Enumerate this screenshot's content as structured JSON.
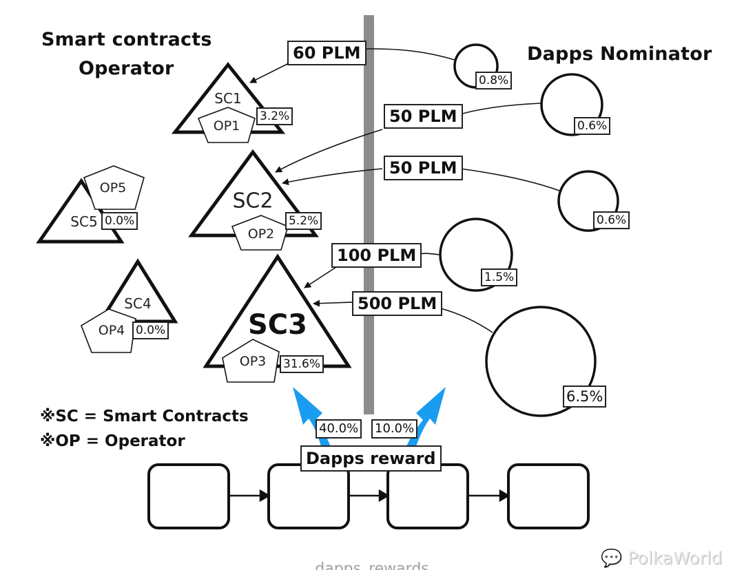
{
  "headings": {
    "left_line1": "Smart contracts",
    "left_line2": "Operator",
    "right": "Dapps Nominator"
  },
  "smart_contracts": [
    {
      "sc": "SC1",
      "op": "OP1",
      "share": "3.2%"
    },
    {
      "sc": "SC2",
      "op": "OP2",
      "share": "5.2%"
    },
    {
      "sc": "SC3",
      "op": "OP3",
      "share": "31.6%"
    },
    {
      "sc": "SC4",
      "op": "OP4",
      "share": "0.0%"
    },
    {
      "sc": "SC5",
      "op": "OP5",
      "share": "0.0%"
    }
  ],
  "nominators": [
    {
      "stake": "60 PLM",
      "share": "0.8%",
      "target": "SC1"
    },
    {
      "stake": "50 PLM",
      "share": "0.6%",
      "target": "SC2"
    },
    {
      "stake": "50 PLM",
      "share": "0.6%",
      "target": "SC2"
    },
    {
      "stake": "100 PLM",
      "share": "1.5%",
      "target": "SC3"
    },
    {
      "stake": "500 PLM",
      "share": "6.5%",
      "target": "SC3"
    }
  ],
  "reward": {
    "label": "Dapps reward",
    "operators_share": "40.0%",
    "nominators_share": "10.0%"
  },
  "legend": {
    "sc": "※SC = Smart Contracts",
    "op": "※OP = Operator"
  },
  "chain": {
    "block_count": 4
  },
  "caption": "dapps_rewards",
  "watermark": "PolkaWorld",
  "colors": {
    "arrow_blue": "#1a9cf0",
    "divider_gray": "#8c8c8c"
  }
}
